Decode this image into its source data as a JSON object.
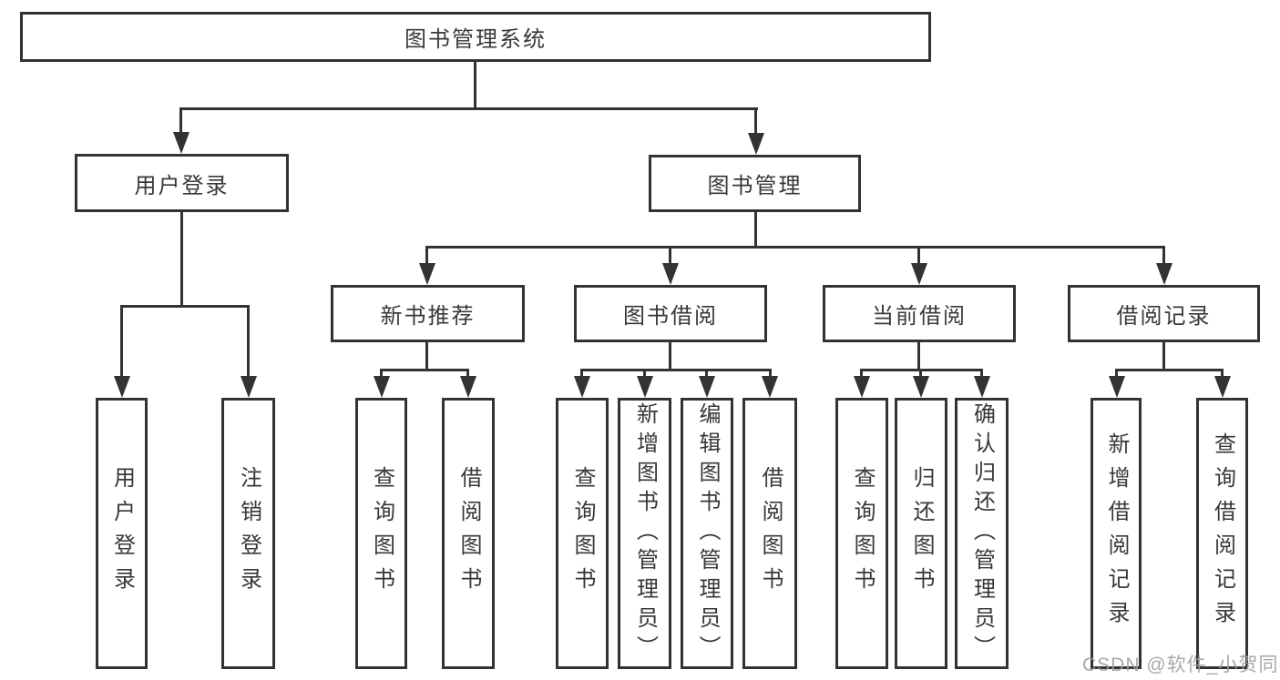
{
  "colors": {
    "line": "#333333",
    "text": "#383838",
    "background": "#ffffff",
    "watermark": "#9e9e9e"
  },
  "tree": {
    "root": "图书管理系统",
    "user_login": {
      "label": "用户登录",
      "children": [
        "用户登录",
        "注销登录"
      ]
    },
    "book_mgmt": {
      "label": "图书管理",
      "groups": [
        {
          "label": "新书推荐",
          "children": [
            "查询图书",
            "借阅图书"
          ]
        },
        {
          "label": "图书借阅",
          "children": [
            "查询图书",
            "新增图书（管理员）",
            "编辑图书（管理员）",
            "借阅图书"
          ]
        },
        {
          "label": "当前借阅",
          "children": [
            "查询图书",
            "归还图书",
            "确认归还（管理员）"
          ]
        },
        {
          "label": "借阅记录",
          "children": [
            "新增借阅记录",
            "查询借阅记录"
          ]
        }
      ]
    }
  },
  "watermark": "CSDN @软件_小贺同学"
}
